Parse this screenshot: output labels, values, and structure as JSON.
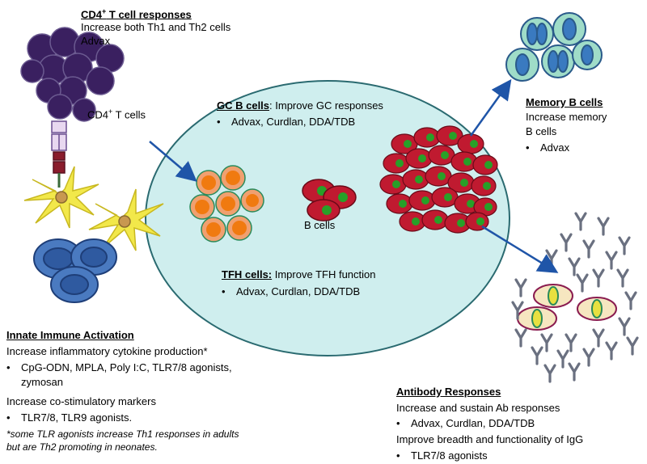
{
  "cd4": {
    "heading": "CD4",
    "heading_sup": "+",
    "heading_rest": " T cell responses",
    "line1": "Increase  both Th1 and Th2 cells",
    "line2": "Advax",
    "cell_label": "CD4",
    "cell_label_sup": "+",
    "cell_label_rest": " T cells"
  },
  "gc": {
    "heading": "GC B cells",
    "heading_rest": ": Improve GC responses",
    "bullet": "Advax, Curdlan, DDA/TDB"
  },
  "bcells": {
    "label": "B cells"
  },
  "tfh": {
    "heading": "TFH cells:",
    "heading_rest": " Improve TFH  function",
    "bullet": "Advax, Curdlan, DDA/TDB"
  },
  "memory": {
    "heading": "Memory B cells",
    "line1": "Increase memory",
    "line2": "B cells",
    "bullet": "Advax"
  },
  "innate": {
    "heading": "Innate Immune Activation",
    "line1": "Increase inflammatory cytokine production*",
    "bullet1a": "CpG-ODN, MPLA, Poly I:C, TLR7/8 agonists,",
    "bullet1b": "zymosan",
    "line2": "Increase co-stimulatory markers",
    "bullet2": "TLR7/8, TLR9 agonists.",
    "note1": "*some  TLR agonists increase Th1 responses in adults",
    "note2": "but are Th2 promoting  in neonates."
  },
  "antibody": {
    "heading": "Antibody Responses",
    "line1": "Increase and sustain Ab responses",
    "bullet1": "Advax, Curdlan, DDA/TDB",
    "line2": "Improve breadth and functionality of IgG",
    "bullet2": "TLR7/8 agonists"
  },
  "colors": {
    "germinal_center": "#cfeeee",
    "cd4_cell": "#3a2060",
    "dendritic_cell": "#f2e84a",
    "innate_cell": "#4a7ac0",
    "b_cell": "#c01a30",
    "b_cell_nucleus": "#28a028",
    "tfh_cell": "#f07a10",
    "memory_cell": "#9fdcc8",
    "plasma_cell": "#f6e6c0",
    "antibody": "#6a7080",
    "arrow": "#1f55a8"
  },
  "icons": [
    "cd4-t-cell-cluster",
    "tcr-receptor",
    "dendritic-cell",
    "innate-cell",
    "tfh-cell",
    "b-cell",
    "memory-b-cell",
    "plasma-cell",
    "antibody-y"
  ]
}
